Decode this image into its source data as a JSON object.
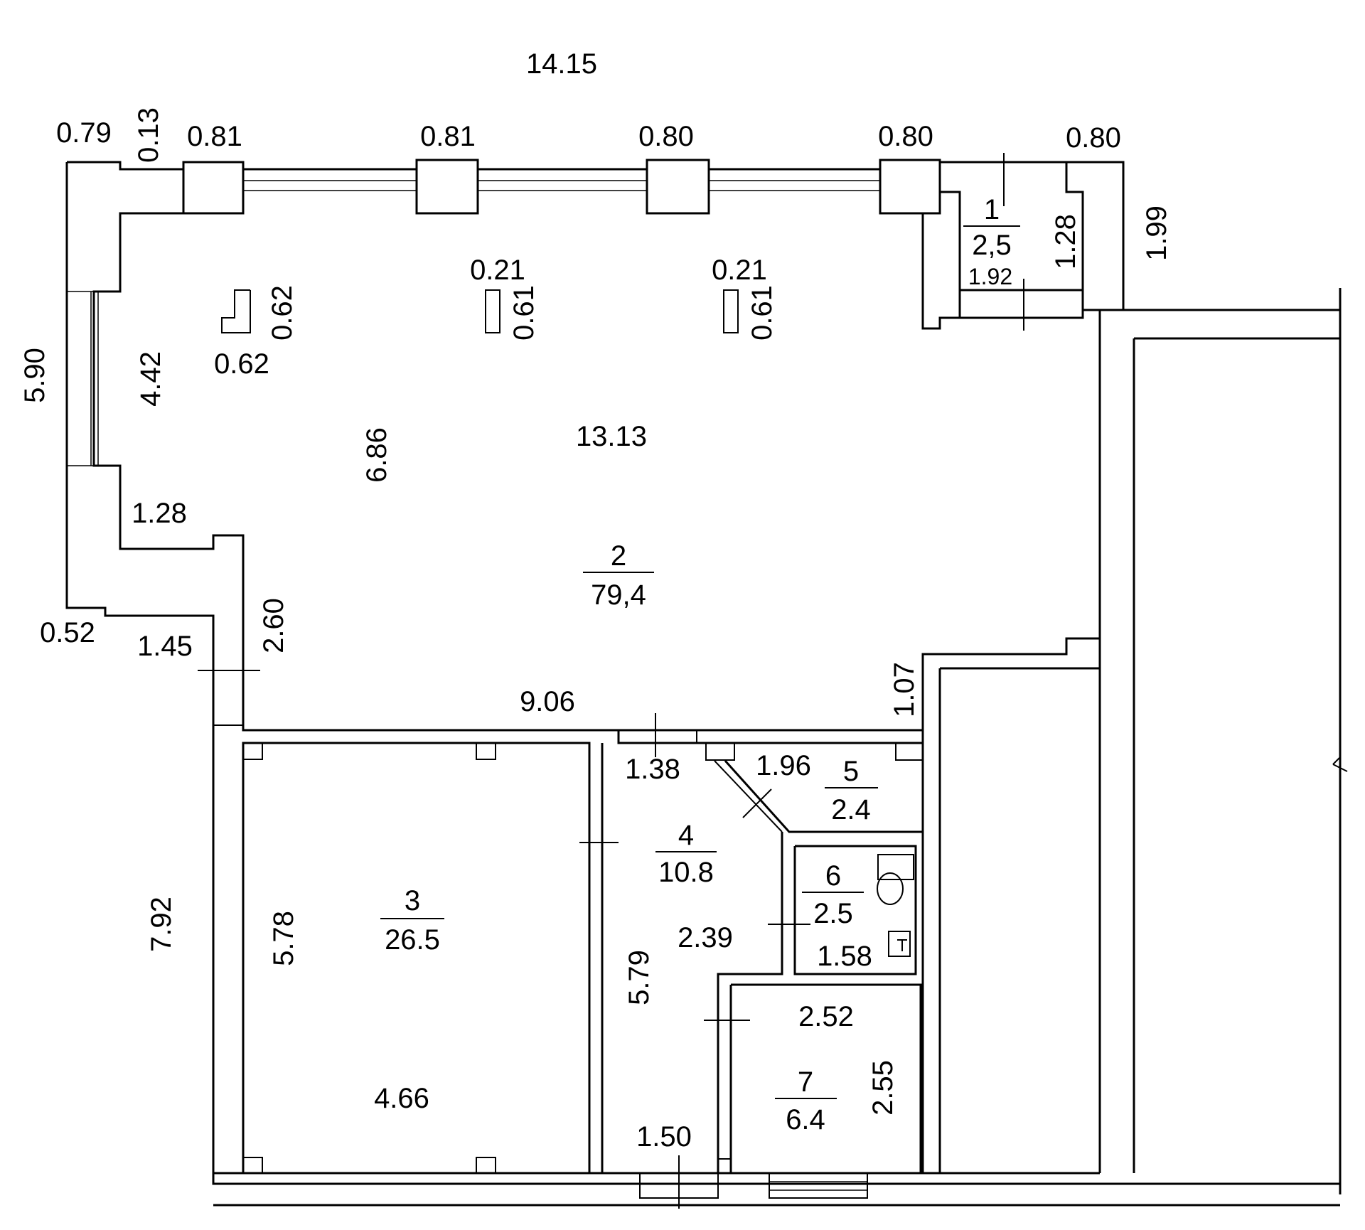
{
  "plan": {
    "overall": "14.15",
    "rooms": [
      {
        "id": "room-1",
        "number": "1",
        "area": "2,5"
      },
      {
        "id": "room-2",
        "number": "2",
        "area": "79,4"
      },
      {
        "id": "room-3",
        "number": "3",
        "area": "26.5"
      },
      {
        "id": "room-4",
        "number": "4",
        "area": "10.8"
      },
      {
        "id": "room-5",
        "number": "5",
        "area": "2.4"
      },
      {
        "id": "room-6",
        "number": "6",
        "area": "2.5"
      },
      {
        "id": "room-7",
        "number": "7",
        "area": "6.4"
      }
    ],
    "dimensions": [
      {
        "id": "d-079",
        "text": "0.79"
      },
      {
        "id": "d-013",
        "text": "0.13",
        "rotated": true
      },
      {
        "id": "d-081a",
        "text": "0.81"
      },
      {
        "id": "d-081b",
        "text": "0.81"
      },
      {
        "id": "d-080a",
        "text": "0.80"
      },
      {
        "id": "d-080b",
        "text": "0.80"
      },
      {
        "id": "d-080c",
        "text": "0.80"
      },
      {
        "id": "d-128-r1",
        "text": "1.28",
        "rotated": true
      },
      {
        "id": "d-192",
        "text": "1.92"
      },
      {
        "id": "d-199",
        "text": "1.99",
        "rotated": true
      },
      {
        "id": "d-021a",
        "text": "0.21"
      },
      {
        "id": "d-021b",
        "text": "0.21"
      },
      {
        "id": "d-062v",
        "text": "0.62",
        "rotated": true
      },
      {
        "id": "d-062h",
        "text": "0.62"
      },
      {
        "id": "d-061a",
        "text": "0.61",
        "rotated": true
      },
      {
        "id": "d-061b",
        "text": "0.61",
        "rotated": true
      },
      {
        "id": "d-590",
        "text": "5.90",
        "rotated": true
      },
      {
        "id": "d-442",
        "text": "4.42",
        "rotated": true
      },
      {
        "id": "d-686",
        "text": "6.86",
        "rotated": true
      },
      {
        "id": "d-1313",
        "text": "13.13"
      },
      {
        "id": "d-128",
        "text": "1.28"
      },
      {
        "id": "d-052",
        "text": "0.52"
      },
      {
        "id": "d-145",
        "text": "1.45"
      },
      {
        "id": "d-260",
        "text": "2.60",
        "rotated": true
      },
      {
        "id": "d-906",
        "text": "9.06"
      },
      {
        "id": "d-107",
        "text": "1.07",
        "rotated": true
      },
      {
        "id": "d-138",
        "text": "1.38"
      },
      {
        "id": "d-196",
        "text": "1.96"
      },
      {
        "id": "d-792",
        "text": "7.92",
        "rotated": true
      },
      {
        "id": "d-578",
        "text": "5.78",
        "rotated": true
      },
      {
        "id": "d-579",
        "text": "5.79",
        "rotated": true
      },
      {
        "id": "d-239",
        "text": "2.39"
      },
      {
        "id": "d-158",
        "text": "1.58"
      },
      {
        "id": "d-252",
        "text": "2.52"
      },
      {
        "id": "d-255",
        "text": "2.55",
        "rotated": true
      },
      {
        "id": "d-466",
        "text": "4.66"
      },
      {
        "id": "d-150",
        "text": "1.50"
      }
    ]
  }
}
